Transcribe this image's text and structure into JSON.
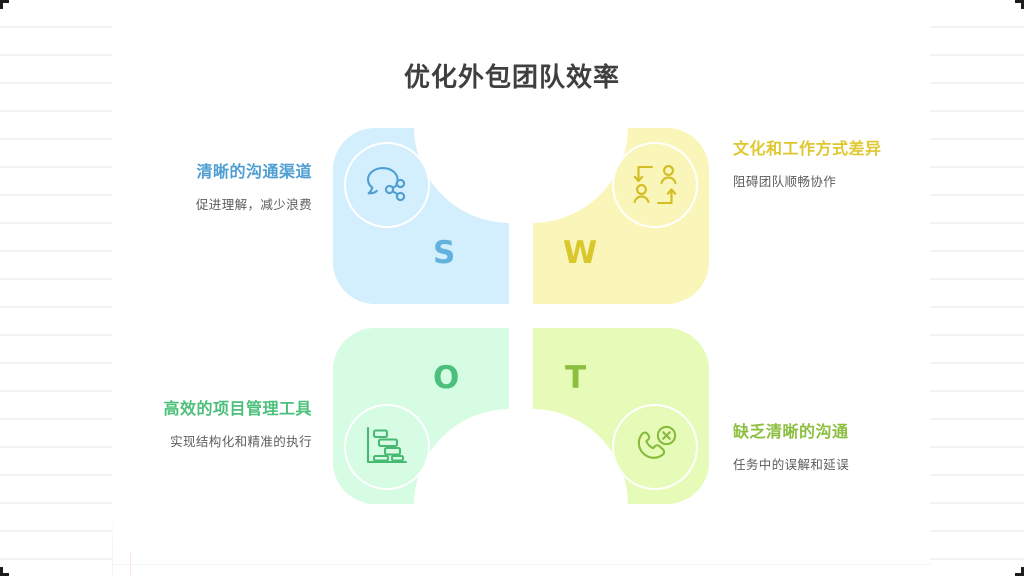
{
  "slide": {
    "title": "优化外包团队效率",
    "background": {
      "paper_ruled": true,
      "paper_line_color": "#f2f3f5",
      "margin_rule_color": "#fbe6e6"
    }
  },
  "diagram": {
    "type": "swot",
    "quadrants": [
      {
        "key": "S",
        "letter": "S",
        "petal_color": "#d3eefc",
        "accent_color": "#4f9fd4",
        "letter_color": "#63b2dd",
        "icon": "chat-share-icon",
        "heading": "清晰的沟通渠道",
        "subtext": "促进理解，减少浪费",
        "text_align": "right"
      },
      {
        "key": "W",
        "letter": "W",
        "petal_color": "#faf5b8",
        "accent_color": "#dfc82f",
        "letter_color": "#d8c82b",
        "icon": "people-exchange-icon",
        "heading": "文化和工作方式差异",
        "subtext": "阻碍团队顺畅协作",
        "text_align": "left"
      },
      {
        "key": "O",
        "letter": "O",
        "petal_color": "#d6fce4",
        "accent_color": "#4cc07a",
        "letter_color": "#4cc07a",
        "icon": "gantt-chart-icon",
        "heading": "高效的项目管理工具",
        "subtext": "实现结构化和精准的执行",
        "text_align": "right"
      },
      {
        "key": "T",
        "letter": "T",
        "petal_color": "#e7fbb8",
        "accent_color": "#8cbf3f",
        "letter_color": "#8cbf3f",
        "icon": "phone-missed-icon",
        "heading": "缺乏清晰的沟通",
        "subtext": "任务中的误解和延误",
        "text_align": "left"
      }
    ]
  }
}
